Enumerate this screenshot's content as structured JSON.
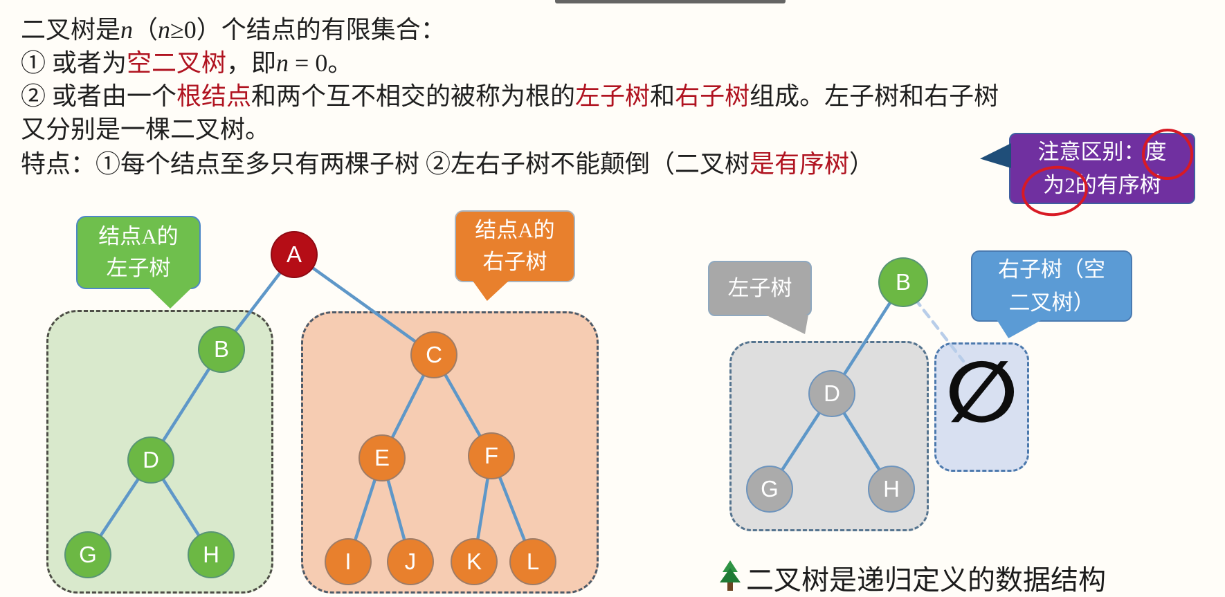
{
  "definition": {
    "line1": {
      "p1": "二叉树是",
      "n1": "n",
      "p2": "（",
      "n2": "n",
      "p3": "≥0）个结点的有限集合："
    },
    "line2": {
      "p1": "① 或者为",
      "red1": "空二叉树",
      "p2": "，即",
      "n1": "n",
      "p3": " = 0。"
    },
    "line3": {
      "p1": "② 或者由一个",
      "red1": "根结点",
      "p2": "和两个互不相交的被称为根的",
      "red2": "左子树",
      "p3": "和",
      "red3": "右子树",
      "p4": "组成。左子树和右子树"
    },
    "line4": {
      "p1": "又分别是一棵二叉树。"
    },
    "line5": {
      "p1": "特点：①每个结点至多只有两棵子树 ②左右子树不能颠倒（二叉树",
      "red1": "是有序树",
      "p2": "）"
    }
  },
  "note_callout": {
    "line1": "注意区别：度",
    "line2": "为2的有序树"
  },
  "left_diagram": {
    "left_subtree_callout": {
      "line1": "结点A的",
      "line2": "左子树"
    },
    "right_subtree_callout": {
      "line1": "结点A的",
      "line2": "右子树"
    },
    "nodes": {
      "A": "A",
      "B": "B",
      "C": "C",
      "D": "D",
      "E": "E",
      "F": "F",
      "G": "G",
      "H": "H",
      "I": "I",
      "J": "J",
      "K": "K",
      "L": "L"
    }
  },
  "right_diagram": {
    "left_subtree_callout": {
      "text": "左子树"
    },
    "right_subtree_callout": {
      "line1": "右子树（空",
      "line2": "二叉树）"
    },
    "nodes": {
      "B": "B",
      "D": "D",
      "G": "G",
      "H": "H"
    },
    "empty_set_symbol": "∅"
  },
  "caption": {
    "text": "二叉树是递归定义的数据结构"
  },
  "colors": {
    "highlight_red_text": "#b01320",
    "node_root_red": "#b50d16",
    "node_green": "#6cb844",
    "node_orange": "#e8802d",
    "node_gray": "#ababab",
    "callout_green": "#6fbf4d",
    "callout_orange": "#e8802d",
    "callout_gray": "#a8a8a8",
    "callout_blue": "#5b9bd5",
    "callout_purple": "#7030a0",
    "callout_tail_navy": "#1f4e79",
    "region_green": "#d9e9cc",
    "region_orange": "#f6ccb2",
    "region_gray": "#dedede",
    "region_blue": "#d8e0f1",
    "edge_blue": "#5e97c8",
    "annotation_red": "#d81a24"
  }
}
